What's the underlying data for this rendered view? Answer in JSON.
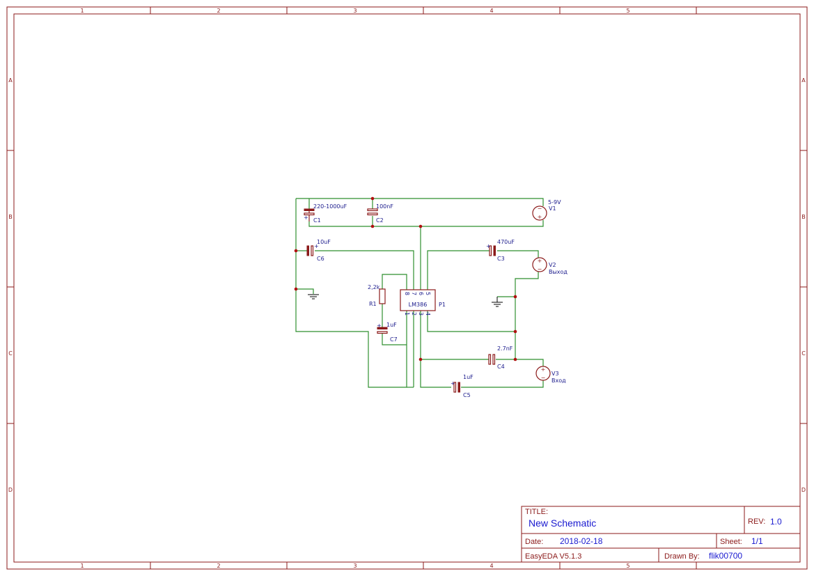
{
  "frame": {
    "columns": [
      "1",
      "2",
      "3",
      "4",
      "5"
    ],
    "rows": [
      "A",
      "B",
      "C",
      "D"
    ]
  },
  "colors": {
    "frame": "#8b1a1a",
    "wire": "#2f8f2f",
    "label": "#1a1a8c",
    "title_value": "#1a1ad0"
  },
  "components": {
    "C1": {
      "ref": "C1",
      "value": "220-1000uF"
    },
    "C2": {
      "ref": "C2",
      "value": "100nF"
    },
    "V1": {
      "ref": "V1",
      "value": "5-9V"
    },
    "C6": {
      "ref": "C6",
      "value": "10uF"
    },
    "C3": {
      "ref": "C3",
      "value": "470uF"
    },
    "V2": {
      "ref": "V2",
      "value": "Выход"
    },
    "R1": {
      "ref": "R1",
      "value": "2,2k"
    },
    "P1": {
      "ref": "P1",
      "value": "LM386"
    },
    "C7": {
      "ref": "C7",
      "value": "1uF"
    },
    "C4": {
      "ref": "C4",
      "value": "2.7nF"
    },
    "V3": {
      "ref": "V3",
      "value": "Вход"
    },
    "C5": {
      "ref": "C5",
      "value": "1uF"
    }
  },
  "ic_pins": {
    "top": [
      "8",
      "7",
      "6",
      "5"
    ],
    "bottom": [
      "1",
      "2",
      "3",
      "4"
    ]
  },
  "title_block": {
    "title_label": "TITLE:",
    "title": "New Schematic",
    "rev_label": "REV:",
    "rev": "1.0",
    "date_label": "Date:",
    "date": "2018-02-18",
    "sheet_label": "Sheet:",
    "sheet": "1/1",
    "software": "EasyEDA V5.1.3",
    "drawn_by_label": "Drawn By:",
    "drawn_by": "flik00700"
  }
}
